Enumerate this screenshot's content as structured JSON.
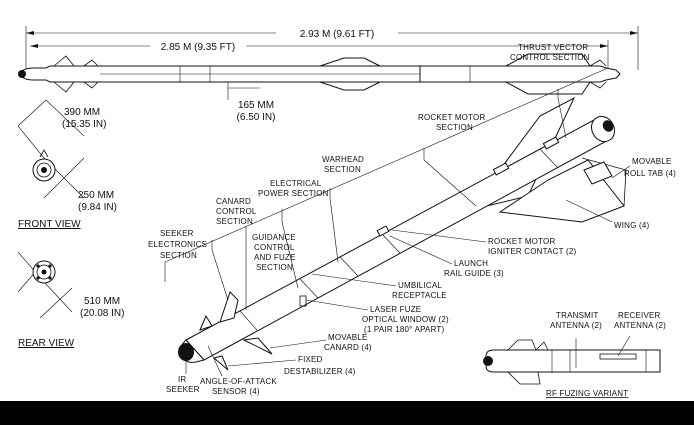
{
  "dimensions": {
    "overall_length": "2.93 M (9.61 FT)",
    "body_length": "2.85 M (9.35 FT)",
    "diameter_mm": "165 MM",
    "diameter_in": "(6.50 IN)"
  },
  "front_view": {
    "title": "FRONT VIEW",
    "span_mm": "390 MM",
    "span_in": "(15.35 IN)",
    "span2_mm": "250 MM",
    "span2_in": "(9.84 IN)"
  },
  "rear_view": {
    "title": "REAR VIEW",
    "span_mm": "510 MM",
    "span_in": "(20.08 IN)"
  },
  "labels": {
    "tvc": [
      "THRUST VECTOR",
      "CONTROL SECTION"
    ],
    "rocket_motor_section": [
      "ROCKET MOTOR",
      "SECTION"
    ],
    "warhead": [
      "WARHEAD",
      "SECTION"
    ],
    "electrical_power": [
      "ELECTRICAL",
      "POWER SECTION"
    ],
    "canard_control": [
      "CANARD",
      "CONTROL",
      "SECTION"
    ],
    "seeker_electronics": [
      "SEEKER",
      "ELECTRONICS",
      "SECTION"
    ],
    "guidance": [
      "GUIDANCE",
      "CONTROL",
      "AND FUZE",
      "SECTION"
    ],
    "movable_roll_tab": [
      "MOVABLE",
      "ROLL TAB (4)"
    ],
    "wing": "WING (4)",
    "igniter": [
      "ROCKET MOTOR",
      "IGNITER CONTACT (2)"
    ],
    "rail_guide": [
      "LAUNCH",
      "RAIL GUIDE (3)"
    ],
    "umbilical": [
      "UMBILICAL",
      "RECEPTACLE"
    ],
    "laser_fuze": [
      "LASER FUZE",
      "OPTICAL WINDOW (2)",
      "(1 PAIR 180° APART)"
    ],
    "movable_canard": [
      "MOVABLE",
      "CANARD (4)"
    ],
    "fixed_destabilizer": [
      "FIXED",
      "DESTABILIZER (4)"
    ],
    "aoa": [
      "ANGLE-OF-ATTACK",
      "SENSOR (4)"
    ],
    "ir_seeker": [
      "IR",
      "SEEKER"
    ]
  },
  "rf_variant": {
    "title": "RF FUZING VARIANT",
    "transmit": [
      "TRANSMIT",
      "ANTENNA (2)"
    ],
    "receiver": [
      "RECEIVER",
      "ANTENNA (2)"
    ]
  }
}
